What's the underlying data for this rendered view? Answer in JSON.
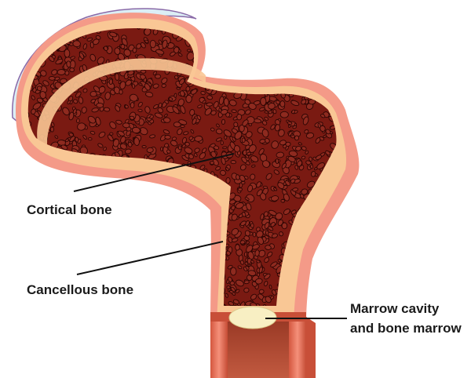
{
  "labels": {
    "cortical": "Cortical bone",
    "cancellous": "Cancellous bone",
    "marrow_line1": "Marrow cavity",
    "marrow_line2": "and bone marrow"
  },
  "colors": {
    "outer_periosteum": "#f49a88",
    "cortical_layer": "#f9c795",
    "cancellous_tissue": "#7a1a12",
    "trabecula_fill": "#8e2a1f",
    "trabecula_edge": "#2b0503",
    "articular_cartilage": "#dbeef5",
    "cartilage_outline": "#8a6aa8",
    "marrow_plug": "#f8efc3",
    "shaft_outer": "#c84f38",
    "shaft_inner": "#f2856f",
    "pointer_line": "#111111"
  }
}
